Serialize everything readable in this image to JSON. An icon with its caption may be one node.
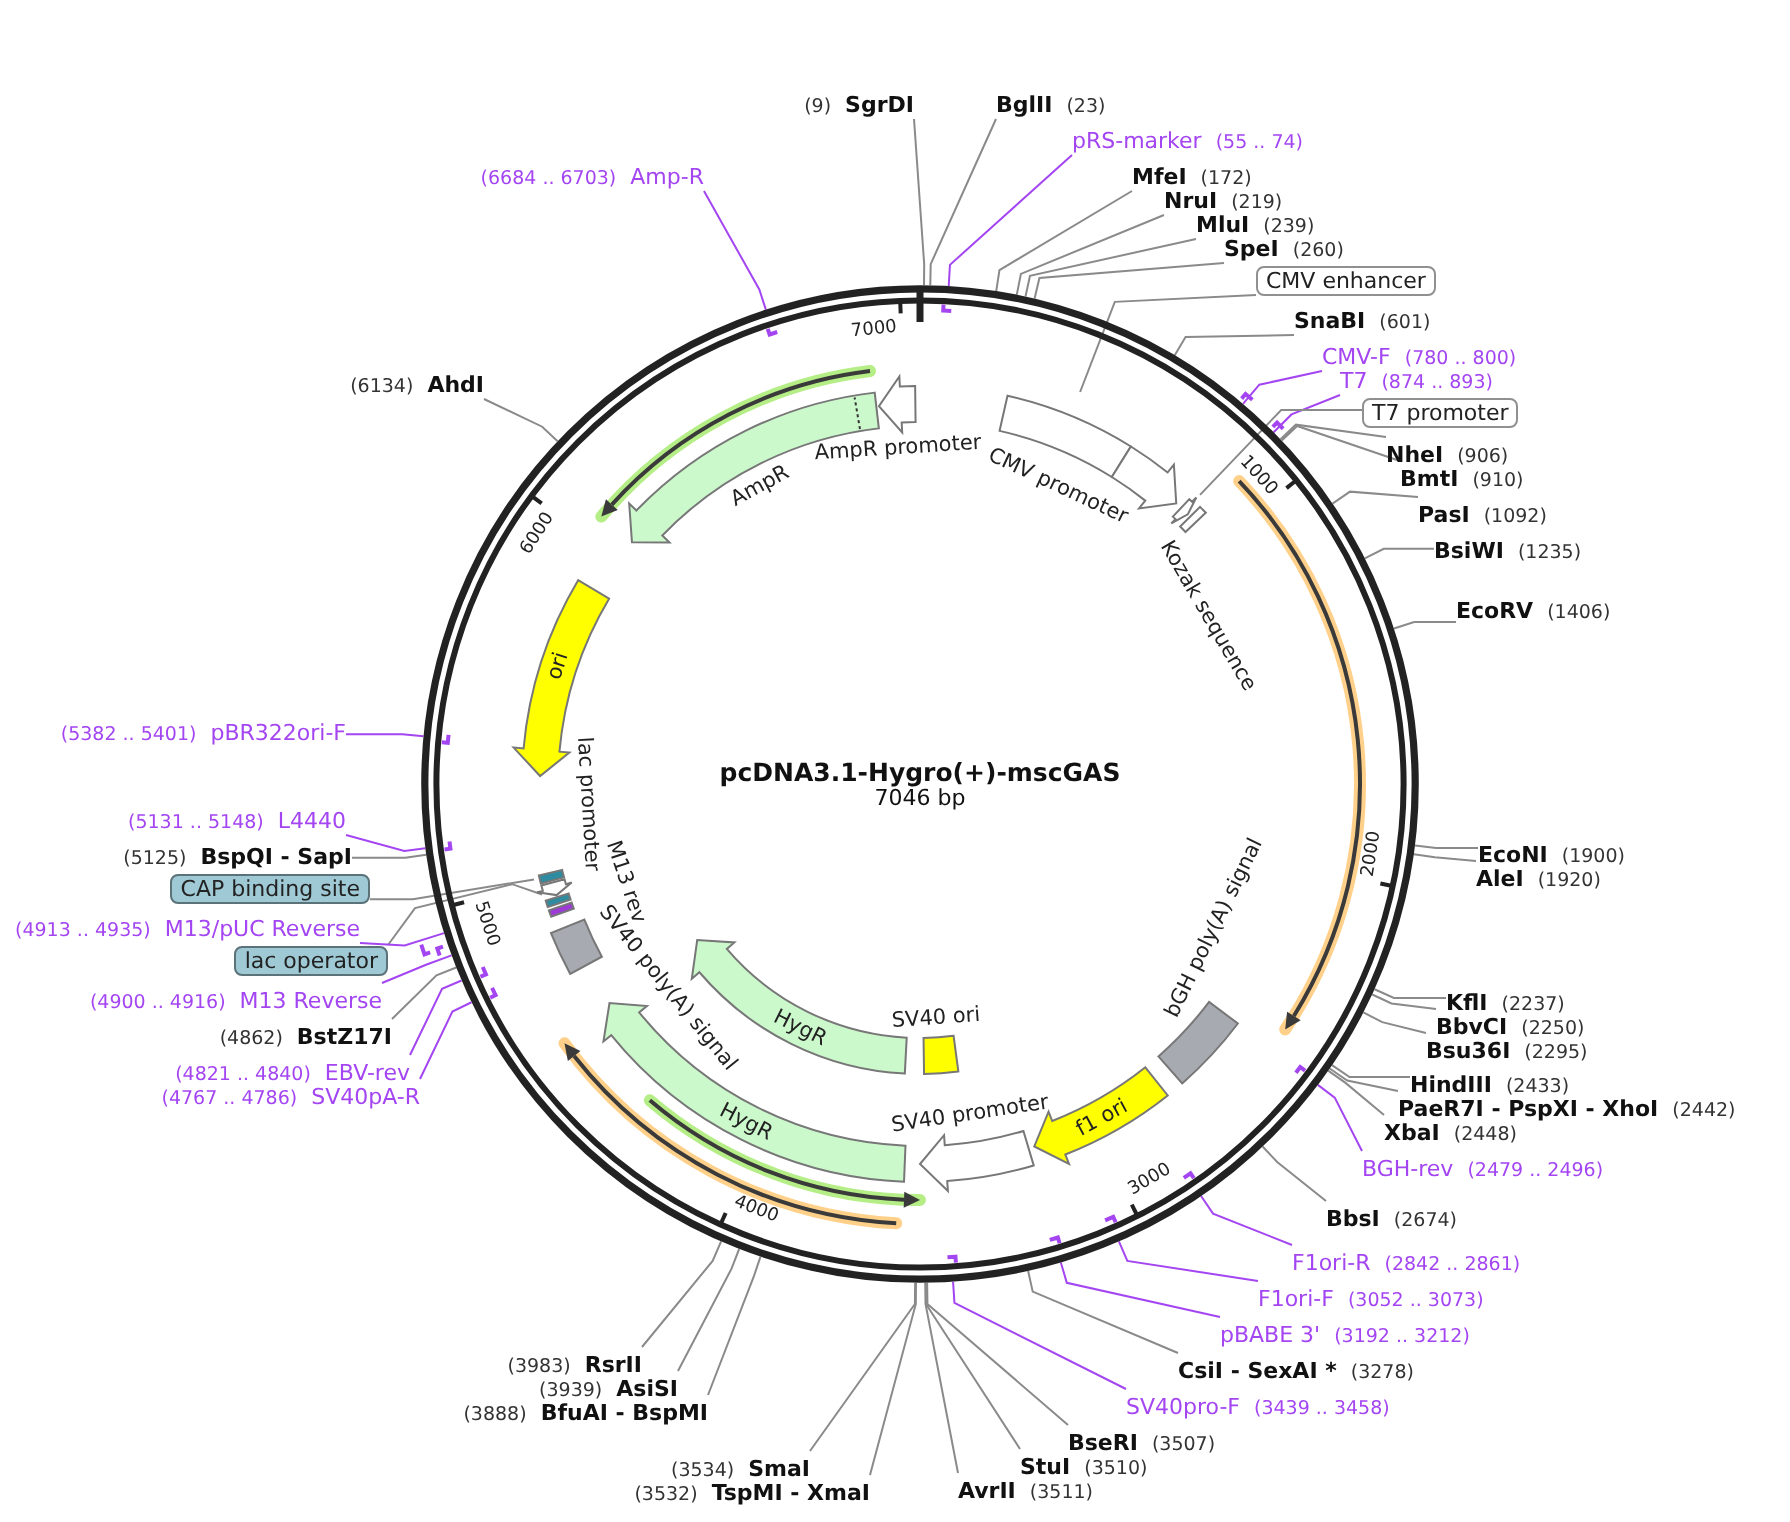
{
  "diagram": {
    "nodes": [
      {
        "text": [
          "SgrDI"
        ],
        "beside": [
          "(9)"
        ]
      },
      {
        "text": [
          "BglII"
        ],
        "beside": [
          "(23)"
        ]
      },
      {
        "text": [
          "pRS-marker"
        ],
        "beside": [
          "(55 .. 74)"
        ]
      },
      {
        "text": [
          "MfeI"
        ],
        "beside": [
          "(172)"
        ]
      },
      {
        "text": [
          "NruI"
        ],
        "beside": [
          "(219)"
        ]
      },
      {
        "text": [
          "MluI"
        ],
        "beside": [
          "(239)"
        ]
      },
      {
        "text": [
          "SpeI"
        ],
        "beside": [
          "(260)"
        ]
      },
      {
        "text": [
          "CMV enhancer"
        ]
      },
      {
        "text": [
          "SnaBI"
        ],
        "beside": [
          "(601)"
        ]
      },
      {
        "text": [
          "CMV-F"
        ],
        "beside": [
          "(780 .. 800)"
        ]
      },
      {
        "text": [
          "T7"
        ],
        "beside": [
          "(874 .. 893)"
        ]
      },
      {
        "text": [
          "T7 promoter"
        ]
      },
      {
        "text": [
          "NheI"
        ],
        "beside": [
          "(906)"
        ]
      },
      {
        "text": [
          "BmtI"
        ],
        "beside": [
          "(910)"
        ]
      },
      {
        "text": [
          "PasI"
        ],
        "beside": [
          "(1092)"
        ]
      },
      {
        "text": [
          "BsiWI"
        ],
        "beside": [
          "(1235)"
        ]
      },
      {
        "text": [
          "EcoRV"
        ],
        "beside": [
          "(1406)"
        ]
      },
      {
        "text": [
          "EcoNI"
        ],
        "beside": [
          "(1900)"
        ]
      },
      {
        "text": [
          "AleI"
        ],
        "beside": [
          "(1920)"
        ]
      },
      {
        "text": [
          "KflI"
        ],
        "beside": [
          "(2237)"
        ]
      },
      {
        "text": [
          "BbvCI"
        ],
        "beside": [
          "(2250)"
        ]
      },
      {
        "text": [
          "Bsu36I"
        ],
        "beside": [
          "(2295)"
        ]
      },
      {
        "text": [
          "HindIII"
        ],
        "beside": [
          "(2433)"
        ]
      },
      {
        "text": [
          "PaeR7I - PspXI - XhoI"
        ],
        "beside": [
          "(2442)"
        ]
      },
      {
        "text": [
          "XbaI"
        ],
        "beside": [
          "(2448)"
        ]
      },
      {
        "text": [
          "BGH-rev"
        ],
        "beside": [
          "(2479 .. 2496)"
        ]
      },
      {
        "text": [
          "BbsI"
        ],
        "beside": [
          "(2674)"
        ]
      },
      {
        "text": [
          "F1ori-R"
        ],
        "beside": [
          "(2842 .. 2861)"
        ]
      },
      {
        "text": [
          "F1ori-F"
        ],
        "beside": [
          "(3052 .. 3073)"
        ]
      },
      {
        "text": [
          "pBABE 3'"
        ],
        "beside": [
          "(3192 .. 3212)"
        ]
      },
      {
        "text": [
          "CsiI - SexAI *"
        ],
        "beside": [
          "(3278)"
        ]
      },
      {
        "text": [
          "SV40pro-F"
        ],
        "beside": [
          "(3439 .. 3458)"
        ]
      },
      {
        "text": [
          "BseRI"
        ],
        "beside": [
          "(3507)"
        ]
      },
      {
        "text": [
          "StuI"
        ],
        "beside": [
          "(3510)"
        ]
      },
      {
        "text": [
          "AvrII"
        ],
        "beside": [
          "(3511)"
        ]
      },
      {
        "text": [
          "TspMI - XmaI"
        ],
        "beside": [
          "(3532)"
        ]
      },
      {
        "text": [
          "SmaI"
        ],
        "beside": [
          "(3534)"
        ]
      },
      {
        "text": [
          "BfuAI - BspMI"
        ],
        "beside": [
          "(3888)"
        ]
      },
      {
        "text": [
          "AsiSI"
        ],
        "beside": [
          "(3939)"
        ]
      },
      {
        "text": [
          "RsrII"
        ],
        "beside": [
          "(3983)"
        ]
      },
      {
        "text": [
          "SV40pA-R"
        ],
        "beside": [
          "(4767 .. 4786)"
        ]
      },
      {
        "text": [
          "EBV-rev"
        ],
        "beside": [
          "(4821 .. 4840)"
        ]
      },
      {
        "text": [
          "BstZ17I"
        ],
        "beside": [
          "(4862)"
        ]
      },
      {
        "text": [
          "M13 Reverse"
        ],
        "beside": [
          "(4900 .. 4916)"
        ]
      },
      {
        "text": [
          "lac operator"
        ]
      },
      {
        "text": [
          "M13/pUC Reverse"
        ],
        "beside": [
          "(4913 .. 4935)"
        ]
      },
      {
        "text": [
          "CAP binding site"
        ]
      },
      {
        "text": [
          "BspQI - SapI"
        ],
        "beside": [
          "(5125)"
        ]
      },
      {
        "text": [
          "L4440"
        ],
        "beside": [
          "(5131 .. 5148)"
        ]
      },
      {
        "text": [
          "pBR322ori-F"
        ],
        "beside": [
          "(5382 .. 5401)"
        ]
      },
      {
        "text": [
          "AhdI"
        ],
        "beside": [
          "(6134)"
        ]
      },
      {
        "text": [
          "Amp-R"
        ],
        "beside": [
          "(6684 .. 6703)"
        ]
      },
      {
        "text": [
          "pcDNA3.1-Hygro(+)-mscGAS",
          "7046 bp"
        ]
      },
      {
        "text": [],
        "shape": "box",
        "in": 52
      },
      {
        "text": [
          "CMV promoter"
        ],
        "in": 52
      },
      {
        "text": [],
        "shape": "arrow",
        "in": 52
      },
      {
        "text": [
          "Kozak sequence"
        ],
        "in": 52
      },
      {
        "text": [
          "bGH poly(A) signal"
        ],
        "in": 52
      },
      {
        "text": [
          "f1 ori"
        ],
        "in": 52
      },
      {
        "text": [
          "SV40 promoter"
        ],
        "in": 52
      },
      {
        "text": [
          "SV40 ori"
        ],
        "in": 52
      },
      {
        "text": [
          "HygR"
        ],
        "in": 52
      },
      {
        "text": [
          "HygR"
        ],
        "in": 52
      },
      {
        "text": [
          "SV40 poly(A) signal"
        ],
        "in": 52
      },
      {
        "text": [
          "M13 rev"
        ],
        "in": 52
      },
      {
        "text": [],
        "shape": "box",
        "in": 52
      },
      {
        "text": [
          "lac promoter"
        ],
        "in": 52
      },
      {
        "text": [],
        "shape": "box",
        "in": 52
      },
      {
        "text": [
          "ori"
        ],
        "in": 52
      },
      {
        "text": [
          "AmpR"
        ],
        "in": 52
      },
      {
        "text": [
          "AmpR promoter"
        ],
        "in": 52
      }
    ],
    "edges": [
      {
        "from": 0,
        "to": 52,
        "arrow": "none"
      },
      {
        "from": 1,
        "to": 52,
        "arrow": "none"
      },
      {
        "from": 2,
        "to": 52,
        "arrow": "none",
        "color": "#a445f2"
      },
      {
        "from": 3,
        "to": 52,
        "arrow": "none"
      },
      {
        "from": 4,
        "to": 52,
        "arrow": "none"
      },
      {
        "from": 5,
        "to": 52,
        "arrow": "none"
      },
      {
        "from": 6,
        "to": 52,
        "arrow": "none"
      },
      {
        "from": 7,
        "to": 53,
        "arrow": "none"
      },
      {
        "from": 8,
        "to": 52,
        "arrow": "none"
      },
      {
        "from": 9,
        "to": 52,
        "arrow": "none",
        "color": "#a445f2"
      },
      {
        "from": 10,
        "to": 52,
        "arrow": "none",
        "color": "#a445f2"
      },
      {
        "from": 11,
        "to": 55,
        "arrow": "none"
      },
      {
        "from": 12,
        "to": 52,
        "arrow": "none"
      },
      {
        "from": 13,
        "to": 52,
        "arrow": "none"
      },
      {
        "from": 14,
        "to": 52,
        "arrow": "none"
      },
      {
        "from": 15,
        "to": 52,
        "arrow": "none"
      },
      {
        "from": 16,
        "to": 52,
        "arrow": "none"
      },
      {
        "from": 17,
        "to": 52,
        "arrow": "none"
      },
      {
        "from": 18,
        "to": 52,
        "arrow": "none"
      },
      {
        "from": 19,
        "to": 52,
        "arrow": "none"
      },
      {
        "from": 20,
        "to": 52,
        "arrow": "none"
      },
      {
        "from": 21,
        "to": 52,
        "arrow": "none"
      },
      {
        "from": 22,
        "to": 52,
        "arrow": "none"
      },
      {
        "from": 23,
        "to": 52,
        "arrow": "none"
      },
      {
        "from": 24,
        "to": 52,
        "arrow": "none"
      },
      {
        "from": 25,
        "to": 52,
        "arrow": "none",
        "color": "#a445f2"
      },
      {
        "from": 26,
        "to": 52,
        "arrow": "none"
      },
      {
        "from": 27,
        "to": 52,
        "arrow": "none",
        "color": "#a445f2"
      },
      {
        "from": 28,
        "to": 52,
        "arrow": "none",
        "color": "#a445f2"
      },
      {
        "from": 29,
        "to": 52,
        "arrow": "none",
        "color": "#a445f2"
      },
      {
        "from": 30,
        "to": 52,
        "arrow": "none"
      },
      {
        "from": 31,
        "to": 52,
        "arrow": "none",
        "color": "#a445f2"
      },
      {
        "from": 32,
        "to": 52,
        "arrow": "none"
      },
      {
        "from": 33,
        "to": 52,
        "arrow": "none"
      },
      {
        "from": 34,
        "to": 52,
        "arrow": "none"
      },
      {
        "from": 35,
        "to": 52,
        "arrow": "none"
      },
      {
        "from": 36,
        "to": 52,
        "arrow": "none"
      },
      {
        "from": 37,
        "to": 52,
        "arrow": "none"
      },
      {
        "from": 38,
        "to": 52,
        "arrow": "none"
      },
      {
        "from": 39,
        "to": 52,
        "arrow": "none"
      },
      {
        "from": 40,
        "to": 52,
        "arrow": "none",
        "color": "#a445f2"
      },
      {
        "from": 41,
        "to": 52,
        "arrow": "none",
        "color": "#a445f2"
      },
      {
        "from": 42,
        "to": 52,
        "arrow": "none"
      },
      {
        "from": 43,
        "to": 52,
        "arrow": "none",
        "color": "#a445f2"
      },
      {
        "from": 44,
        "to": 65,
        "arrow": "none"
      },
      {
        "from": 45,
        "to": 52,
        "arrow": "none",
        "color": "#a445f2"
      },
      {
        "from": 46,
        "to": 67,
        "arrow": "none"
      },
      {
        "from": 47,
        "to": 52,
        "arrow": "none"
      },
      {
        "from": 48,
        "to": 52,
        "arrow": "none",
        "color": "#a445f2"
      },
      {
        "from": 49,
        "to": 52,
        "arrow": "none",
        "color": "#a445f2"
      },
      {
        "from": 50,
        "to": 52,
        "arrow": "none"
      },
      {
        "from": 51,
        "to": 52,
        "arrow": "none",
        "color": "#a445f2"
      }
    ],
    "labels": [
      "1000",
      "2000",
      "3000",
      "4000",
      "5000",
      "6000",
      "7000"
    ]
  }
}
